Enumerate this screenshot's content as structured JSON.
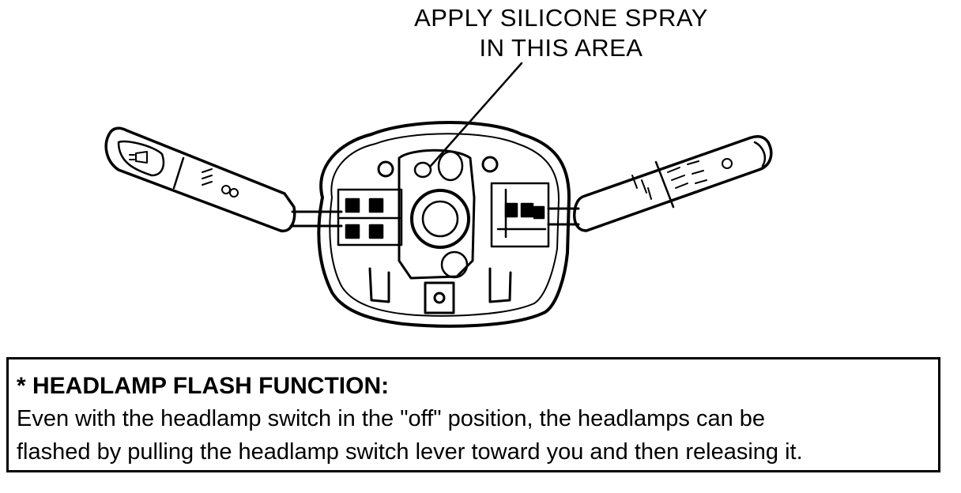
{
  "callout": {
    "line1": "APPLY SILICONE SPRAY",
    "line2": "IN THIS AREA"
  },
  "note": {
    "title": "* HEADLAMP FLASH FUNCTION:",
    "line1": "Even with the headlamp switch in the \"off\" position, the headlamps can be",
    "line2": "flashed by pulling the headlamp switch lever toward you and then releasing it."
  }
}
